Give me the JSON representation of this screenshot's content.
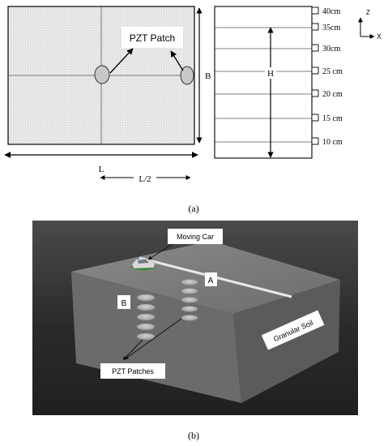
{
  "panel_a": {
    "caption": "(a)",
    "plan": {
      "patch_label": "PZT Patch",
      "dim_B": "B",
      "dim_L": "L",
      "dim_L_half": "L/2"
    },
    "section": {
      "dim_H": "H",
      "axis_z": "Z",
      "axis_x": "X",
      "depth_labels": [
        "40cm",
        "35cm",
        "30cm",
        "25 cm",
        "20 cm",
        "15 cm",
        "10 cm"
      ]
    }
  },
  "panel_b": {
    "caption": "(b)",
    "moving_car_label": "Moving Car",
    "column_a_label": "A",
    "column_b_label": "B",
    "soil_label": "Granular Soil",
    "patches_label": "PZT Patches"
  },
  "colors": {
    "plan_fill": "#e6e6e6",
    "patch_fill": "#c8c8c8",
    "scene_bg": "#2e2e2e",
    "block_top": "#777777",
    "block_front": "#6a6a6a",
    "block_side": "#5a5a5a",
    "car_accent": "#2e8b2e"
  }
}
